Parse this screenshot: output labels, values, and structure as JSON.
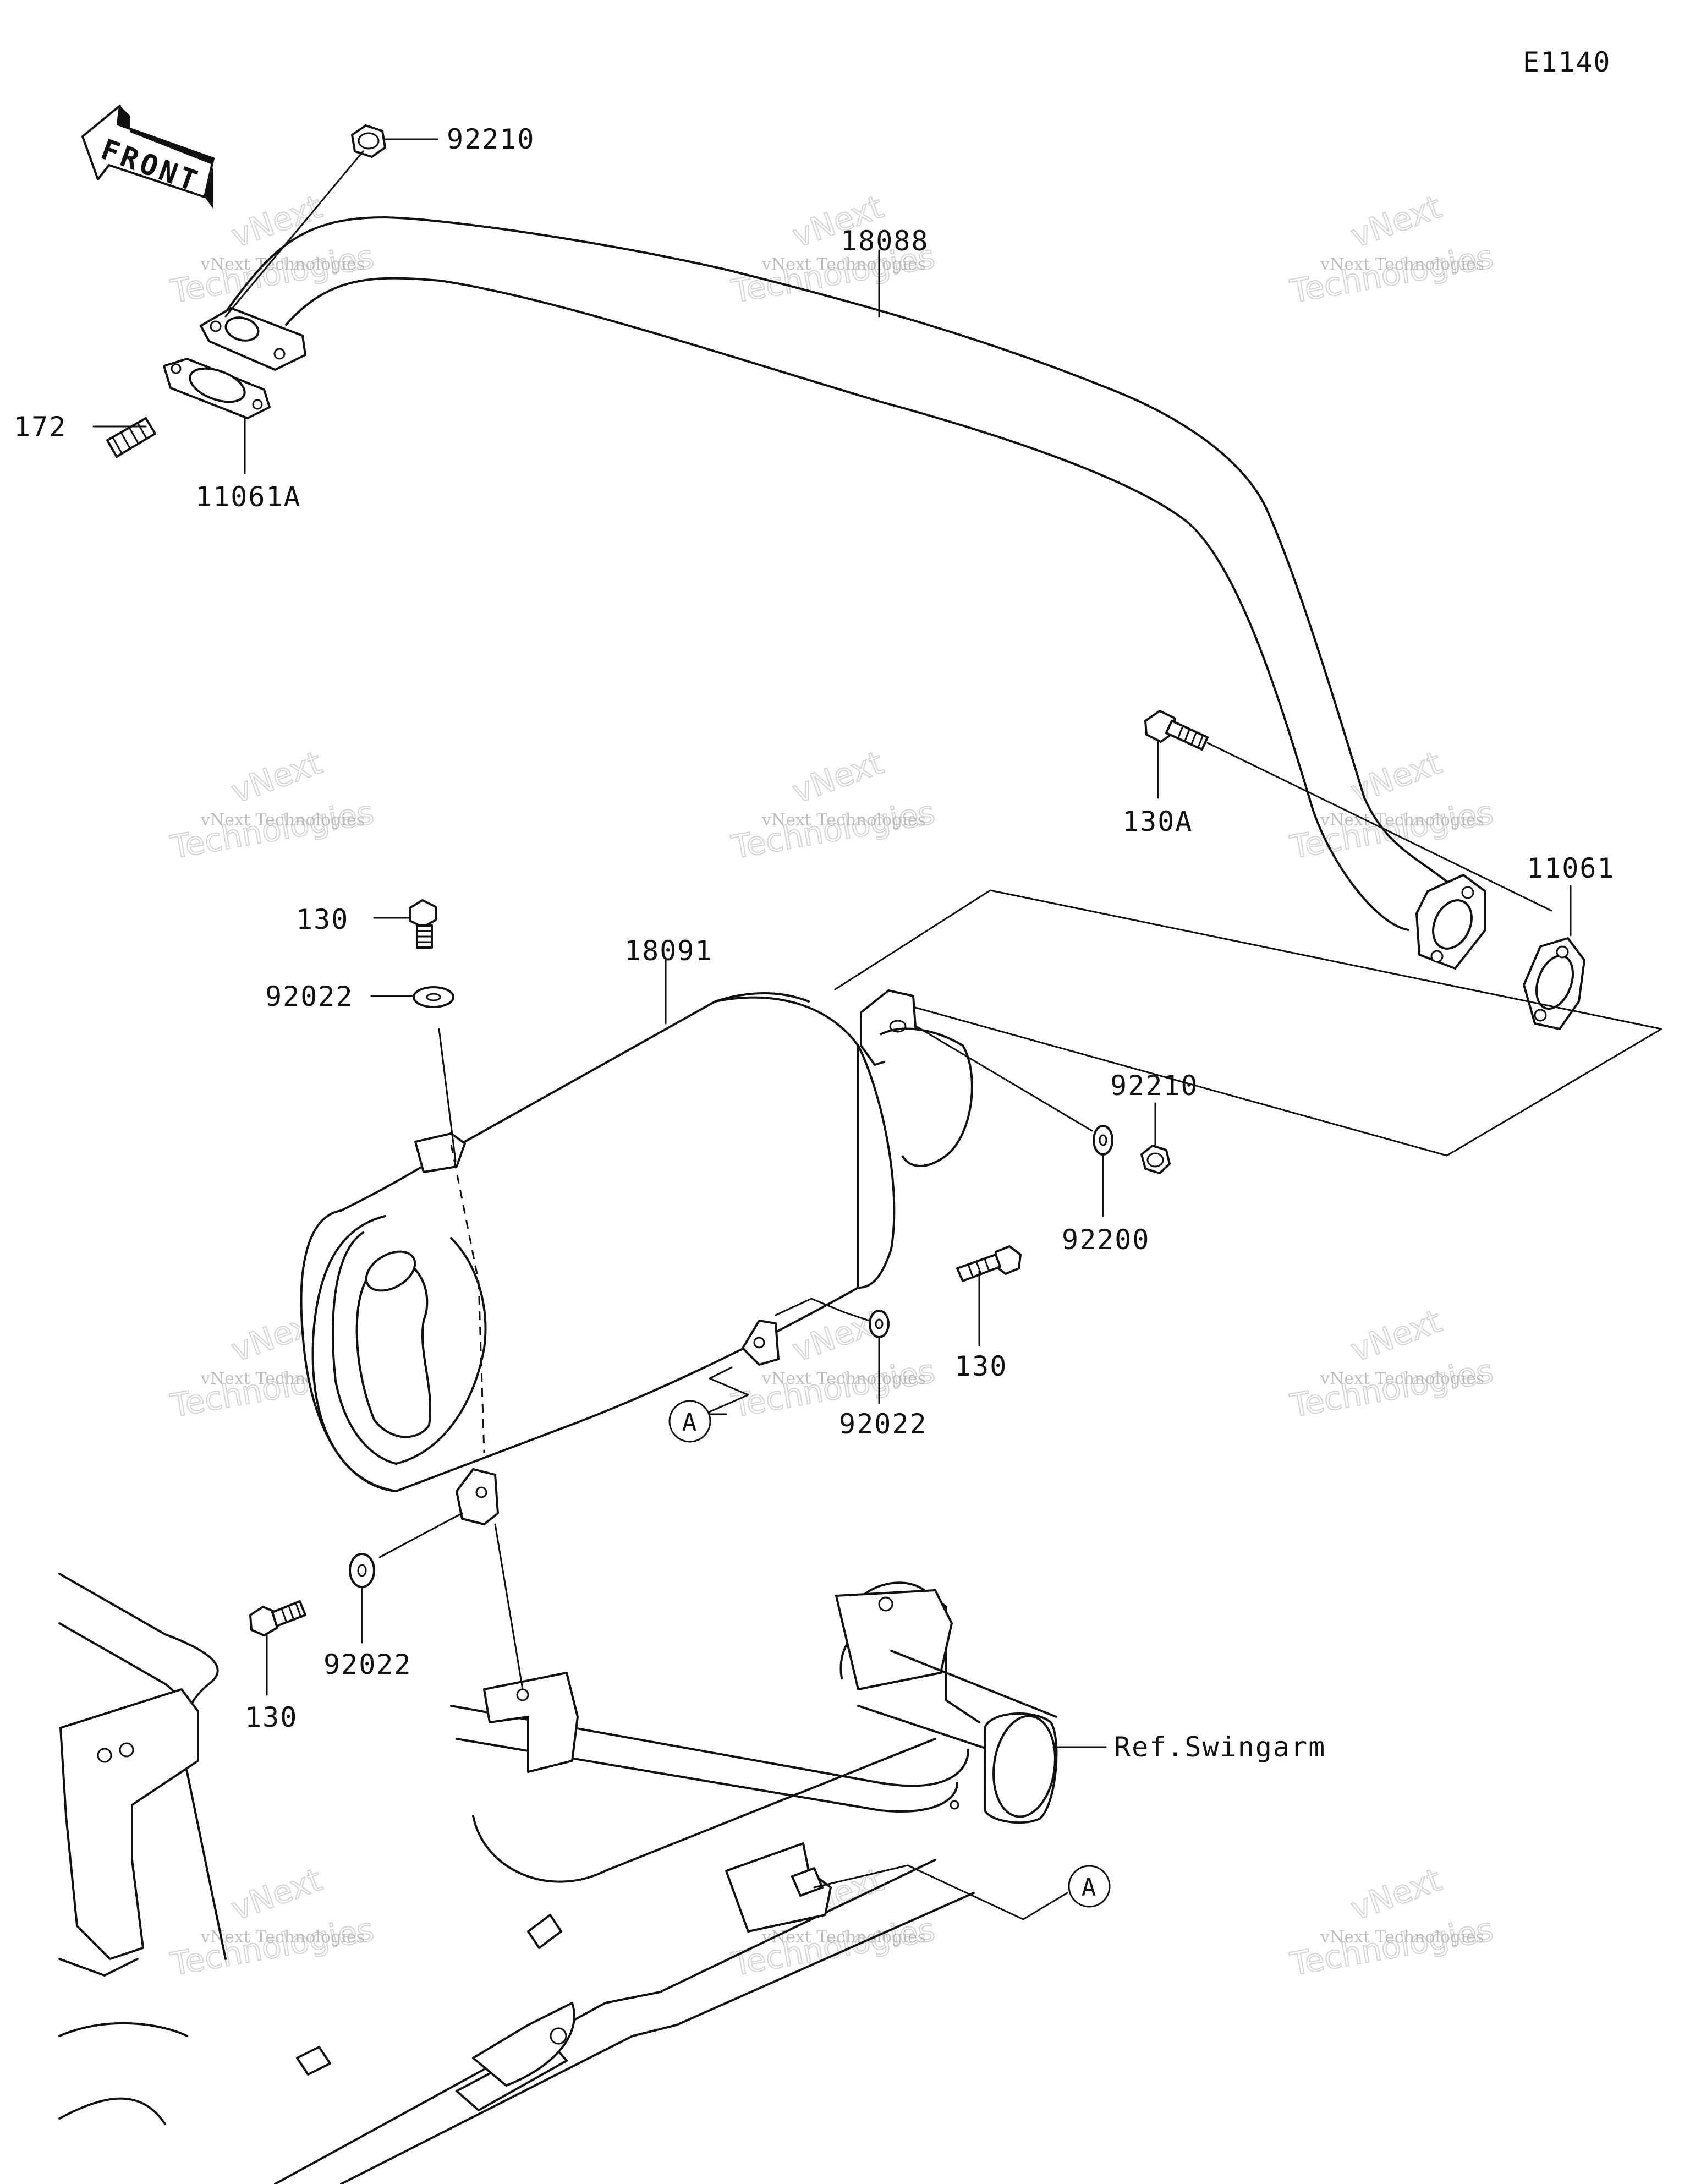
{
  "diagram": {
    "code": "E1140",
    "front_label": "FRONT",
    "ref_label": "Ref.Swingarm",
    "callout_letter": "A",
    "watermark": {
      "line1": "vNext Technologies",
      "line2": "vNext",
      "line3": "Technologies"
    },
    "parts": [
      {
        "id": "p92210_top",
        "number": "92210"
      },
      {
        "id": "p18088",
        "number": "18088"
      },
      {
        "id": "p172",
        "number": "172"
      },
      {
        "id": "p11061A",
        "number": "11061A"
      },
      {
        "id": "p130A",
        "number": "130A"
      },
      {
        "id": "p11061",
        "number": "11061"
      },
      {
        "id": "p130_top",
        "number": "130"
      },
      {
        "id": "p92022_top",
        "number": "92022"
      },
      {
        "id": "p18091",
        "number": "18091"
      },
      {
        "id": "p92210_mid",
        "number": "92210"
      },
      {
        "id": "p92200",
        "number": "92200"
      },
      {
        "id": "p130_mid",
        "number": "130"
      },
      {
        "id": "p92022_mid",
        "number": "92022"
      },
      {
        "id": "p92022_low",
        "number": "92022"
      },
      {
        "id": "p130_low",
        "number": "130"
      }
    ]
  }
}
